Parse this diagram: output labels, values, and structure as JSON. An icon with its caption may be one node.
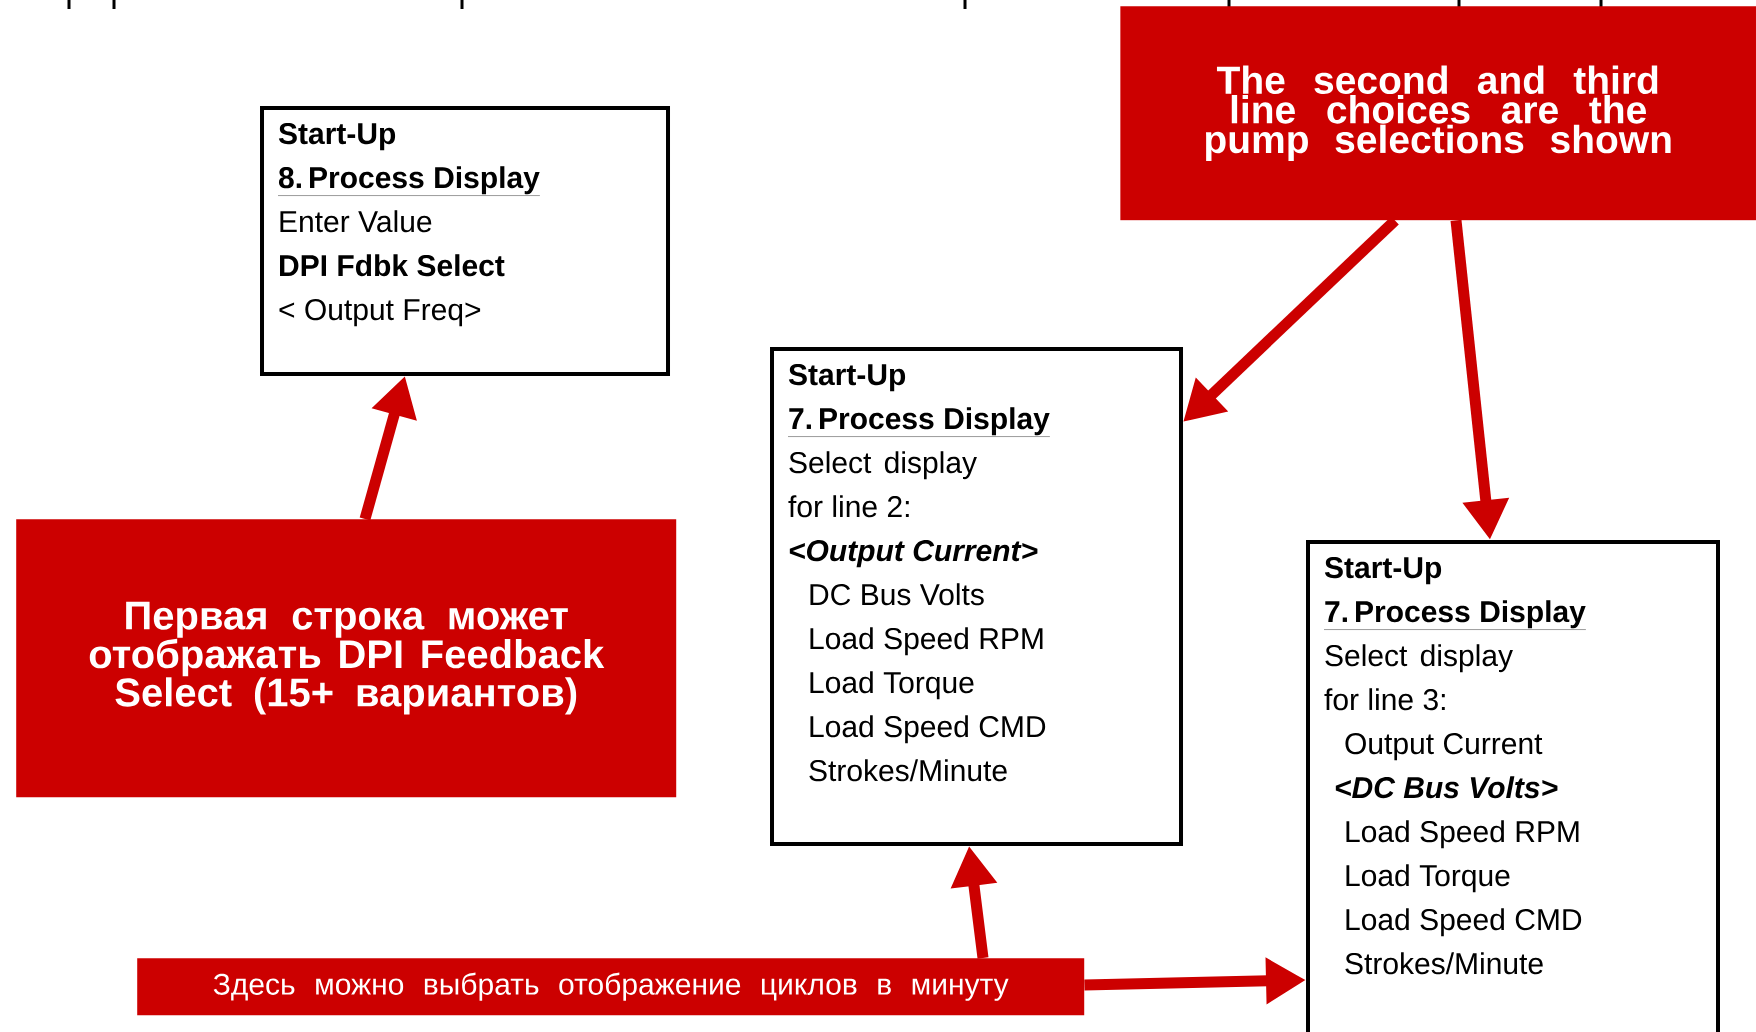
{
  "diagram": {
    "nodes": [
      {
        "text": [
          "Start-Up",
          "8. Process Display",
          "Enter Value",
          "DPI Fdbk Select",
          "< Output Freq>"
        ]
      },
      {
        "text": [
          "Start-Up",
          "7. Process Display",
          "Select display for line 2:",
          "<Output Current>",
          "DC Bus Volts",
          "Load Speed RPM",
          "Load Torque",
          "Load Speed CMD",
          "Strokes/Minute"
        ]
      },
      {
        "text": [
          "Start-Up",
          "7. Process Display",
          "Select display for line 3:",
          "Output Current",
          "<DC Bus Volts>",
          "Load Speed RPM",
          "Load Torque",
          "Load Speed CMD",
          "Strokes/Minute"
        ]
      },
      {
        "text": [
          "The second and third line choices are the pump selections shown"
        ]
      },
      {
        "text": [
          "Первая строка может отображать DPI Feedback Select (15+ вариантов)"
        ]
      },
      {
        "text": [
          "Здесь можно выбрать отображение циклов в минуту"
        ]
      }
    ],
    "edges": [
      {
        "from": 4,
        "to": 0,
        "arrow": "to"
      },
      {
        "from": 3,
        "to": 1,
        "arrow": "to"
      },
      {
        "from": 3,
        "to": 2,
        "arrow": "to"
      },
      {
        "from": 5,
        "to": 1,
        "arrow": "to"
      },
      {
        "from": 5,
        "to": 2,
        "arrow": "to"
      }
    ]
  }
}
